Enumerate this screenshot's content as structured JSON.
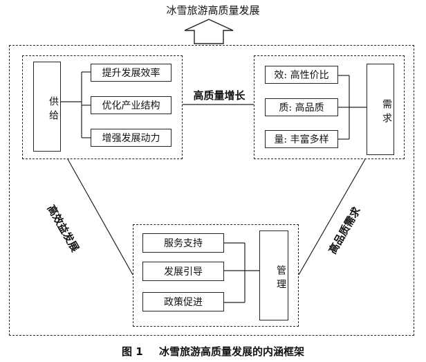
{
  "header": {
    "title": "冰雪旅游高质量发展"
  },
  "supply": {
    "label": "供给",
    "items": [
      "提升发展效率",
      "优化产业结构",
      "增强发展动力"
    ]
  },
  "demand": {
    "label": "需求",
    "items": [
      "效: 高性价比",
      "质:  高品质",
      "量: 丰富多样"
    ]
  },
  "management": {
    "label": "管理",
    "items": [
      "服务支持",
      "发展引导",
      "政策促进"
    ]
  },
  "links": {
    "growth": "高质量增长",
    "efficiency": "高效益发展",
    "quality_demand": "高品质需求"
  },
  "caption": {
    "number": "图 1",
    "text": "冰雪旅游高质量发展的内涵框架"
  }
}
